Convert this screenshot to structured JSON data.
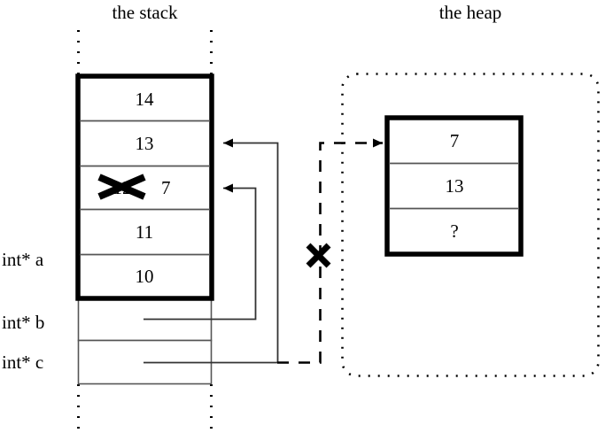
{
  "titles": {
    "stack": "the stack",
    "heap": "the heap"
  },
  "side_labels": {
    "a": "int* a",
    "b": "int* b",
    "c": "int* c"
  },
  "stack": {
    "cells": [
      {
        "value": "14",
        "struck": false
      },
      {
        "value": "13",
        "struck": false
      },
      {
        "value": "12",
        "struck": true,
        "new_value": "7"
      },
      {
        "value": "11",
        "struck": false
      },
      {
        "value": "10",
        "struck": false
      }
    ],
    "pointer_cells": [
      "",
      ""
    ]
  },
  "heap": {
    "cells": [
      {
        "value": "7"
      },
      {
        "value": "13"
      },
      {
        "value": "?"
      }
    ]
  },
  "annotations": {
    "dangling_cross": "✕",
    "struck_cross": "✕"
  },
  "colors": {
    "ink": "#000000",
    "thin_rule": "#555555",
    "background": "#ffffff"
  }
}
